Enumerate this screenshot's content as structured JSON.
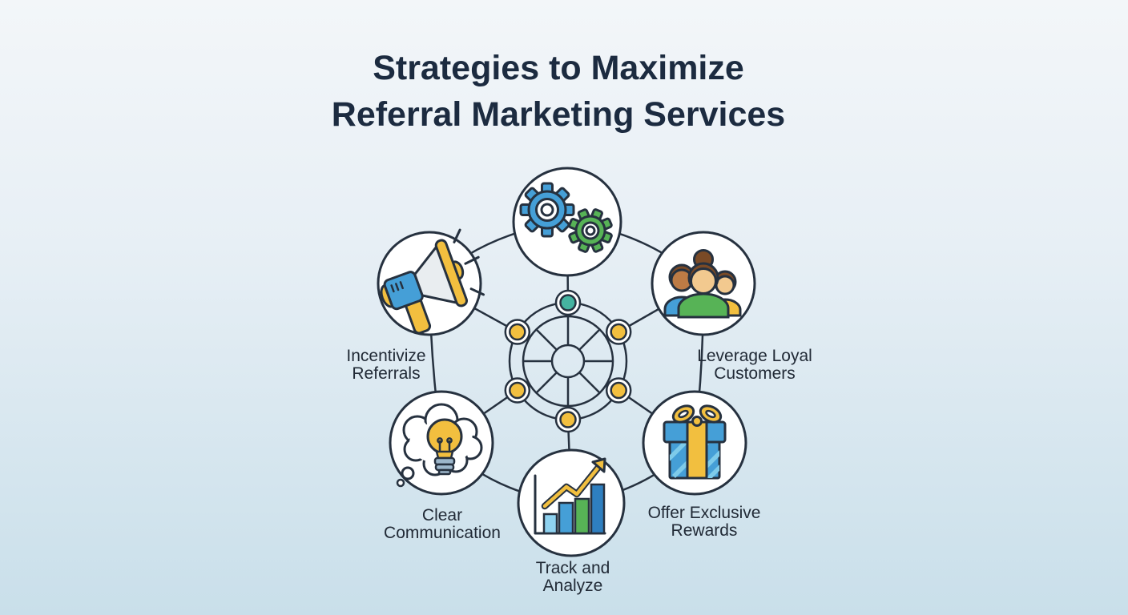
{
  "title": {
    "line1": "Strategies to Maximize",
    "line2": "Referral Marketing Services"
  },
  "diagram": {
    "hub": {
      "name": "referral-network-wheel",
      "node_count": 6,
      "spoke_count": 8,
      "top_node_color": "#45b3a0",
      "node_color": "#f2bf3f"
    },
    "items": [
      {
        "id": "process-gears",
        "icon": "gears-icon",
        "label_line1": "",
        "label_line2": ""
      },
      {
        "id": "incentivize-referrals",
        "icon": "megaphone-icon",
        "label_line1": "Incentivize",
        "label_line2": "Referrals"
      },
      {
        "id": "leverage-loyal-customers",
        "icon": "customers-icon",
        "label_line1": "Leverage Loyal",
        "label_line2": "Customers"
      },
      {
        "id": "clear-communication",
        "icon": "idea-lightbulb-icon",
        "label_line1": "Clear",
        "label_line2": "Communication"
      },
      {
        "id": "offer-exclusive-rewards",
        "icon": "gift-icon",
        "label_line1": "Offer Exclusive",
        "label_line2": "Rewards"
      },
      {
        "id": "track-and-analyze",
        "icon": "growth-chart-icon",
        "label_line1": "Track and",
        "label_line2": "Analyze"
      }
    ]
  },
  "colors": {
    "outline": "#26313f",
    "title": "#1c2b40",
    "label": "#212a36",
    "blue": "#459fd7",
    "green": "#57b356",
    "yellow": "#f2bf3f",
    "teal": "#45b3a0",
    "lblue": "#8ed2f0",
    "dblue": "#2e7fc0",
    "brown": "#7a4a26",
    "skin": "#f2c98f",
    "skin2": "#bd7b45",
    "cone": "#e9edf0",
    "base": "#9db7cb",
    "stripe": "#7ecbea",
    "bg-top": "#f3f6f9",
    "bg-mid": "#e7eff5",
    "bg-bottom": "#c9dfea"
  }
}
